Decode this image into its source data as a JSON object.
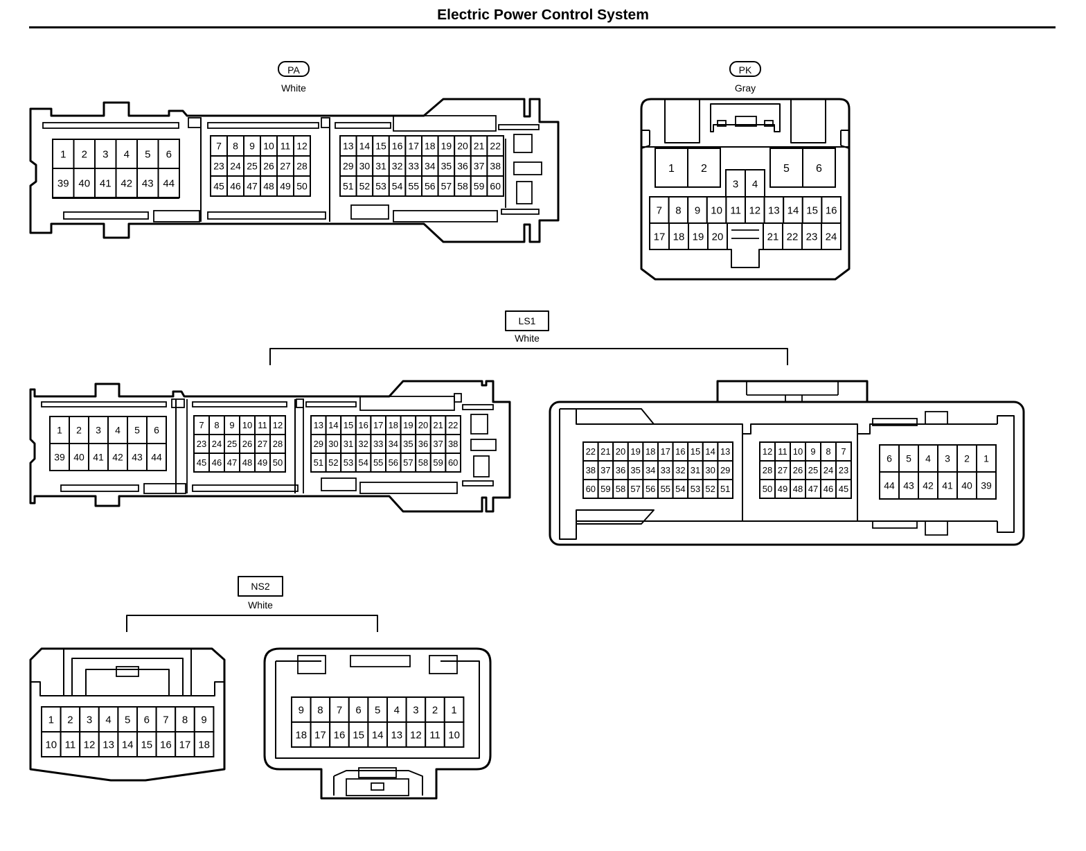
{
  "page": {
    "title": "Electric Power Control System"
  },
  "connectors": {
    "pa": {
      "code": "PA",
      "color": "White",
      "block_a": [
        [
          "1",
          "2",
          "3",
          "4",
          "5",
          "6"
        ],
        [
          "39",
          "40",
          "41",
          "42",
          "43",
          "44"
        ]
      ],
      "block_b": [
        [
          "7",
          "8",
          "9",
          "10",
          "11",
          "12"
        ],
        [
          "23",
          "24",
          "25",
          "26",
          "27",
          "28"
        ],
        [
          "45",
          "46",
          "47",
          "48",
          "49",
          "50"
        ]
      ],
      "block_c": [
        [
          "13",
          "14",
          "15",
          "16",
          "17",
          "18",
          "19",
          "20",
          "21",
          "22"
        ],
        [
          "29",
          "30",
          "31",
          "32",
          "33",
          "34",
          "35",
          "36",
          "37",
          "38"
        ],
        [
          "51",
          "52",
          "53",
          "54",
          "55",
          "56",
          "57",
          "58",
          "59",
          "60"
        ]
      ]
    },
    "pk": {
      "code": "PK",
      "color": "Gray",
      "big": [
        "1",
        "2",
        "5",
        "6"
      ],
      "mid": [
        "3",
        "4"
      ],
      "row1": [
        "7",
        "8",
        "9",
        "10",
        "11",
        "12",
        "13",
        "14",
        "15",
        "16"
      ],
      "row2_left": [
        "17",
        "18",
        "19",
        "20"
      ],
      "row2_right": [
        "21",
        "22",
        "23",
        "24"
      ]
    },
    "ls1": {
      "code": "LS1",
      "color": "White",
      "female": {
        "block_a": [
          [
            "1",
            "2",
            "3",
            "4",
            "5",
            "6"
          ],
          [
            "39",
            "40",
            "41",
            "42",
            "43",
            "44"
          ]
        ],
        "block_b": [
          [
            "7",
            "8",
            "9",
            "10",
            "11",
            "12"
          ],
          [
            "23",
            "24",
            "25",
            "26",
            "27",
            "28"
          ],
          [
            "45",
            "46",
            "47",
            "48",
            "49",
            "50"
          ]
        ],
        "block_c": [
          [
            "13",
            "14",
            "15",
            "16",
            "17",
            "18",
            "19",
            "20",
            "21",
            "22"
          ],
          [
            "29",
            "30",
            "31",
            "32",
            "33",
            "34",
            "35",
            "36",
            "37",
            "38"
          ],
          [
            "51",
            "52",
            "53",
            "54",
            "55",
            "56",
            "57",
            "58",
            "59",
            "60"
          ]
        ]
      },
      "male": {
        "block_c": [
          [
            "22",
            "21",
            "20",
            "19",
            "18",
            "17",
            "16",
            "15",
            "14",
            "13"
          ],
          [
            "38",
            "37",
            "36",
            "35",
            "34",
            "33",
            "32",
            "31",
            "30",
            "29"
          ],
          [
            "60",
            "59",
            "58",
            "57",
            "56",
            "55",
            "54",
            "53",
            "52",
            "51"
          ]
        ],
        "block_b": [
          [
            "12",
            "11",
            "10",
            "9",
            "8",
            "7"
          ],
          [
            "28",
            "27",
            "26",
            "25",
            "24",
            "23"
          ],
          [
            "50",
            "49",
            "48",
            "47",
            "46",
            "45"
          ]
        ],
        "block_a": [
          [
            "6",
            "5",
            "4",
            "3",
            "2",
            "1"
          ],
          [
            "44",
            "43",
            "42",
            "41",
            "40",
            "39"
          ]
        ]
      }
    },
    "ns2": {
      "code": "NS2",
      "color": "White",
      "female": [
        [
          "1",
          "2",
          "3",
          "4",
          "5",
          "6",
          "7",
          "8",
          "9"
        ],
        [
          "10",
          "11",
          "12",
          "13",
          "14",
          "15",
          "16",
          "17",
          "18"
        ]
      ],
      "male": [
        [
          "9",
          "8",
          "7",
          "6",
          "5",
          "4",
          "3",
          "2",
          "1"
        ],
        [
          "18",
          "17",
          "16",
          "15",
          "14",
          "13",
          "12",
          "11",
          "10"
        ]
      ]
    }
  }
}
